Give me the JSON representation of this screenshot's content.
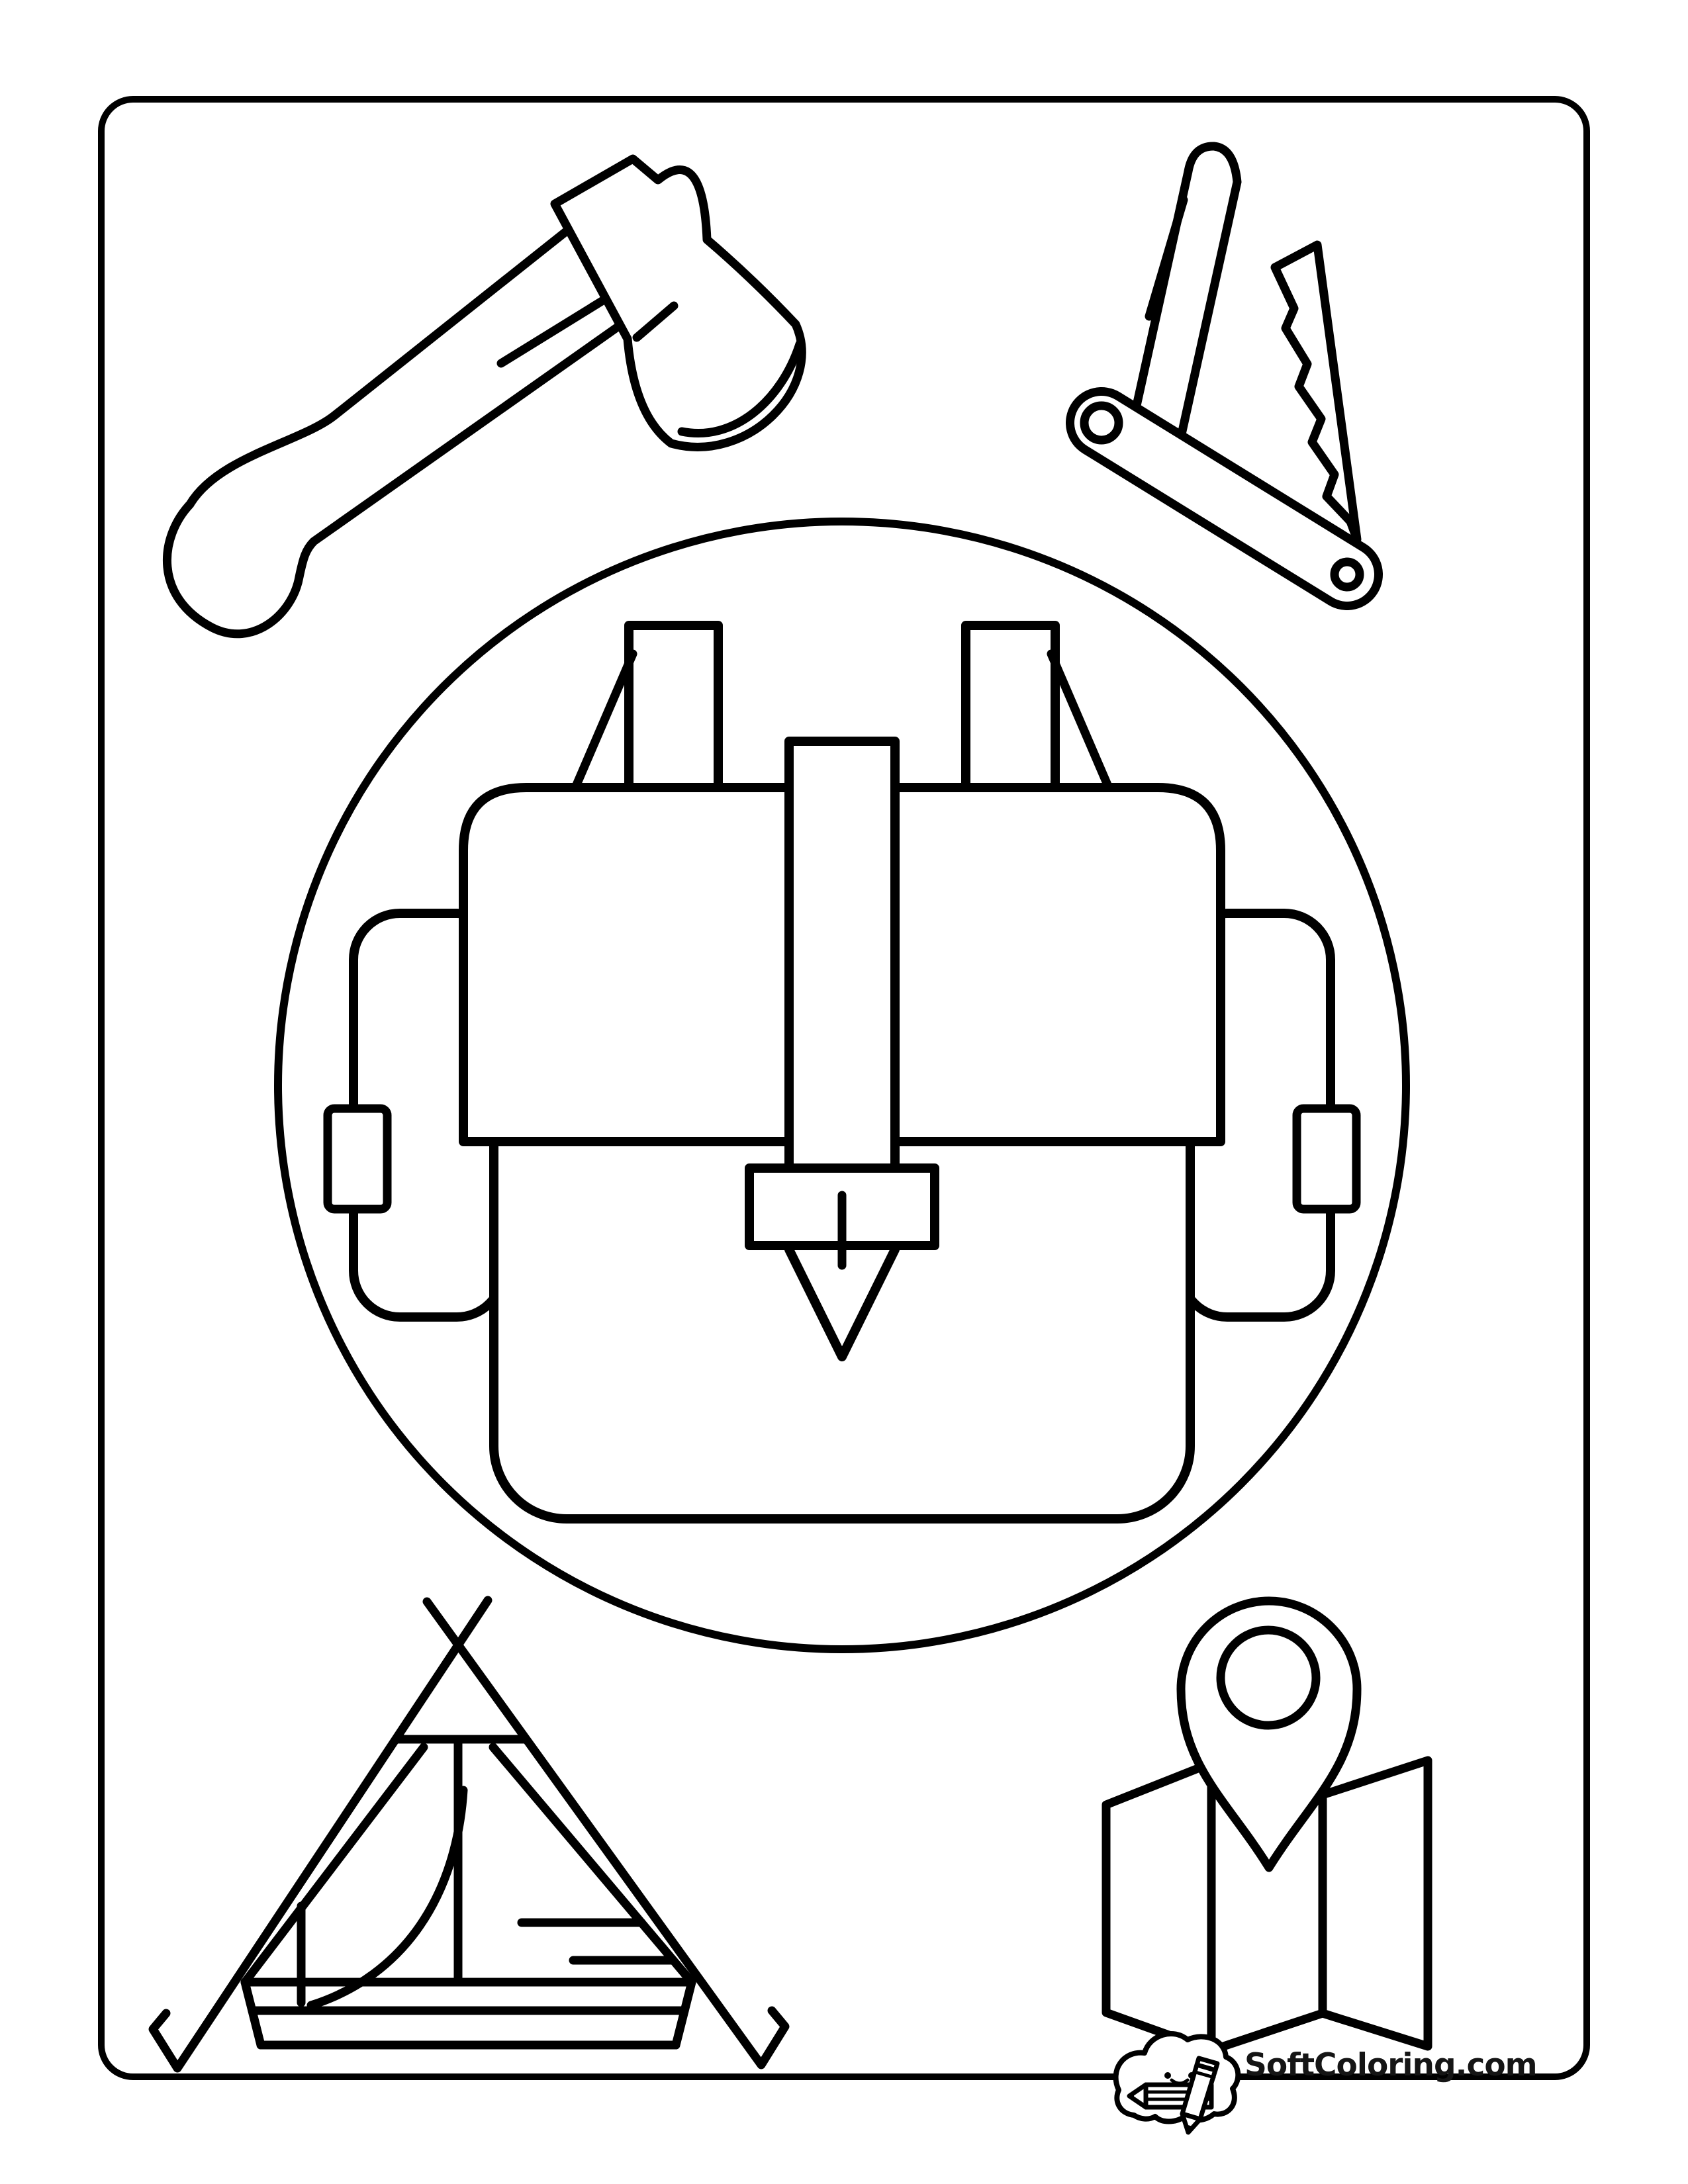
{
  "page": {
    "background": "#ffffff",
    "line_color": "#000000",
    "frame": "rounded-rectangle-border"
  },
  "illustrations": [
    {
      "id": "axe-icon",
      "label": "camping hatchet",
      "position": "top-left"
    },
    {
      "id": "pocket-knife-icon",
      "label": "folding pocket knife with blade and saw",
      "position": "top-right"
    },
    {
      "id": "backpack-emblem",
      "label": "backpack inside circle",
      "position": "center"
    },
    {
      "id": "tent-icon",
      "label": "tent with crossed poles and stakes",
      "position": "bottom-left"
    },
    {
      "id": "map-icon",
      "label": "folded trail map",
      "position": "bottom-right"
    },
    {
      "id": "location-pin-icon",
      "label": "location pin on map",
      "position": "bottom-right"
    }
  ],
  "footer": {
    "logo": "cloud-holding-pencil",
    "brand": "SoftColoring.com"
  }
}
